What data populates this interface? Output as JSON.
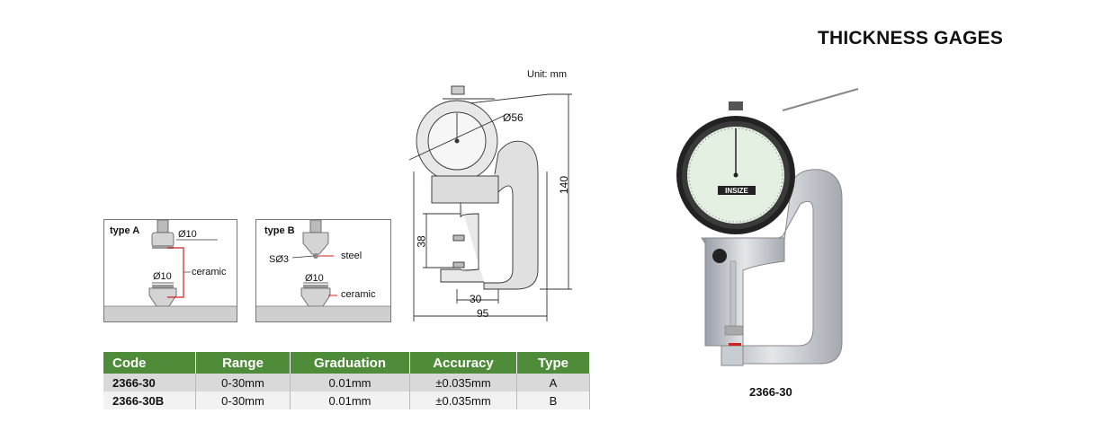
{
  "header": {
    "title": "THICKNESS GAGES"
  },
  "drawing": {
    "unit": "Unit: mm",
    "dial_dia": "Ø56",
    "height": "140",
    "throat": "38",
    "anvil_offset": "30",
    "width": "95"
  },
  "type_a": {
    "title": "type A",
    "top_dia": "Ø10",
    "bottom_dia": "Ø10",
    "material": "ceramic"
  },
  "type_b": {
    "title": "type B",
    "sphere": "SØ3",
    "top_material": "steel",
    "bottom_dia": "Ø10",
    "bottom_material": "ceramic"
  },
  "table": {
    "headers": [
      "Code",
      "Range",
      "Graduation",
      "Accuracy",
      "Type"
    ],
    "rows": [
      [
        "2366-30",
        "0-30mm",
        "0.01mm",
        "±0.035mm",
        "A"
      ],
      [
        "2366-30B",
        "0-30mm",
        "0.01mm",
        "±0.035mm",
        "B"
      ]
    ]
  },
  "photo": {
    "caption": "2366-30",
    "brand": "INSIZE"
  },
  "colors": {
    "table_header": "#4f8c3a",
    "row_1": "#d9d9d9",
    "row_2": "#f2f2f2",
    "callout": "#cc2222"
  }
}
